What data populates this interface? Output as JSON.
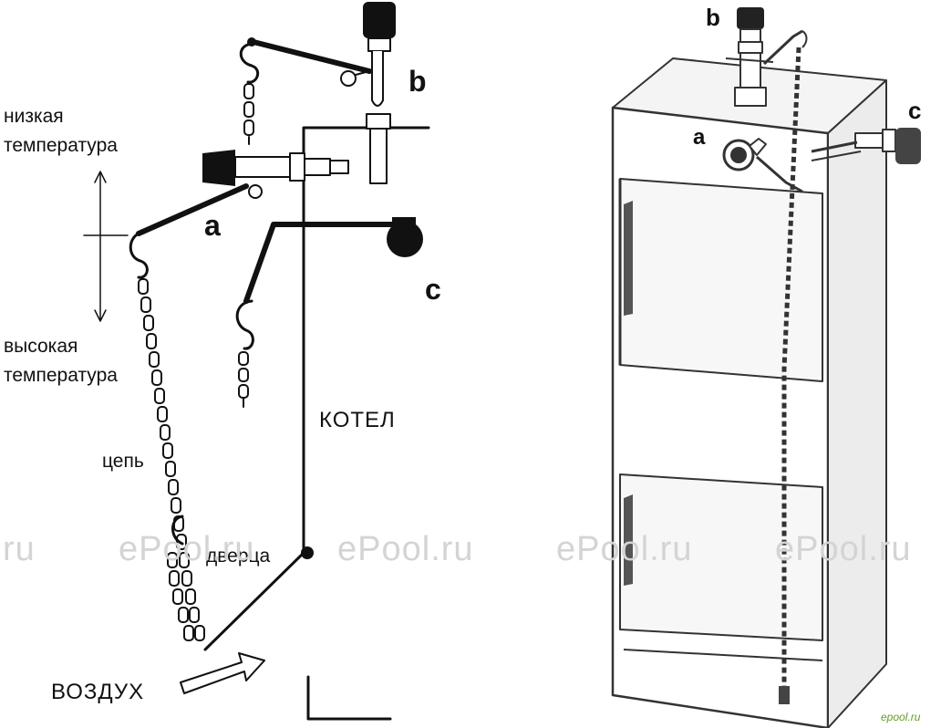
{
  "left": {
    "low_temp_1": "низкая",
    "low_temp_2": "температура",
    "high_temp_1": "высокая",
    "high_temp_2": "температура",
    "chain": "цепь",
    "door": "дверца",
    "boiler": "КОТЕЛ",
    "air": "ВОЗДУХ",
    "label_a": "a",
    "label_b": "b",
    "label_c": "c"
  },
  "right": {
    "label_a": "a",
    "label_b": "b",
    "label_c": "c"
  },
  "watermark": {
    "w1": "l.ru",
    "w2": "ePool.ru",
    "w3": "ePool.ru",
    "w4": "ePool.ru",
    "w5": "ePool.ru",
    "corner": "epool.ru"
  }
}
